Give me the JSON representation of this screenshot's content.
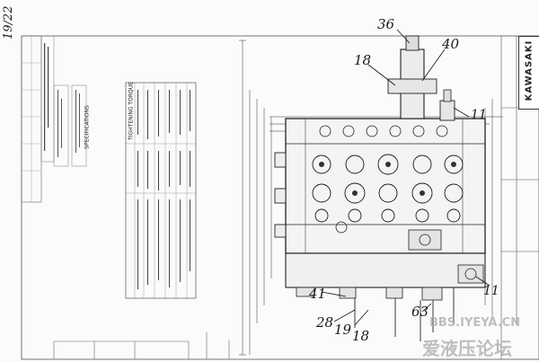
{
  "page": {
    "corner_note": "19/22"
  },
  "title_block": {
    "brand": "KAWASAKI"
  },
  "tables": {
    "spec_heading": "SPECIFICATIONS",
    "torque_heading": "TIGHTENING TORQUE"
  },
  "callouts": {
    "c36": "36",
    "c18_top": "18",
    "c40": "40",
    "c11_top": "11",
    "c41": "41",
    "c28": "28",
    "c19": "19",
    "c18_bottom": "18",
    "c63": "63",
    "c11_bottom": "11"
  },
  "watermark": {
    "url": "BBS.IYEYA.CN",
    "cjk": "爱液压论坛"
  }
}
